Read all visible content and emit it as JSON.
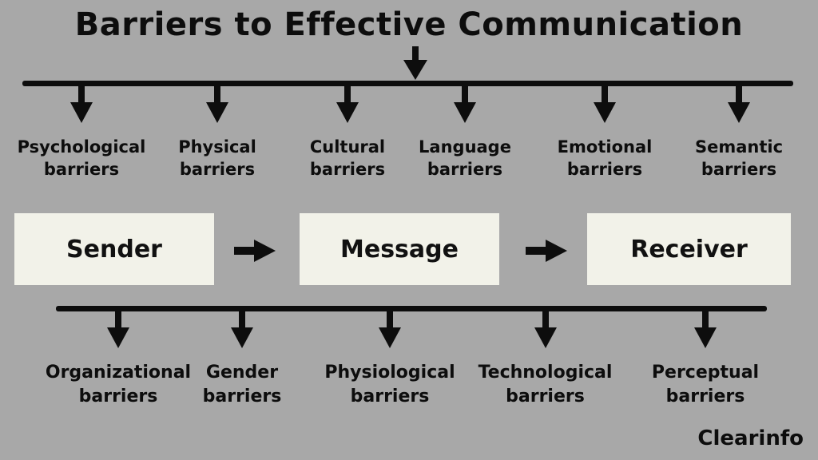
{
  "title": "Barriers to Effective Communication",
  "top_barriers": [
    "Psychological barriers",
    "Physical barriers",
    "Cultural barriers",
    "Language barriers",
    "Emotional barriers",
    "Semantic barriers"
  ],
  "flow": {
    "sender": "Sender",
    "message": "Message",
    "receiver": "Receiver"
  },
  "bottom_barriers": [
    "Organizational barriers",
    "Gender barriers",
    "Physiological barriers",
    "Technological barriers",
    "Perceptual barriers"
  ],
  "brand": "Clearinfo",
  "colors": {
    "background": "#a8a8a8",
    "box": "#f2f2e9",
    "line": "#0d0d0d",
    "text": "#0d0d0d"
  }
}
